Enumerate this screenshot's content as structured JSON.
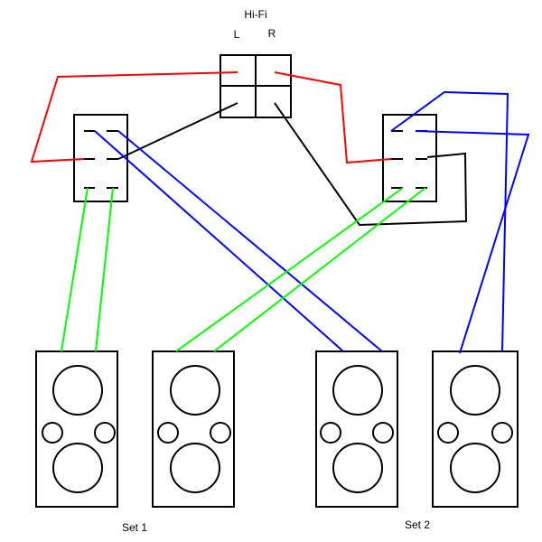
{
  "hifi": {
    "title": "Hi-Fi",
    "left_label": "L",
    "right_label": "R"
  },
  "sets": [
    {
      "label": "Set 1"
    },
    {
      "label": "Set 2"
    }
  ],
  "colors": {
    "red_wire": "#ff0000",
    "black_wire": "#000000",
    "blue_wire": "#0000ff",
    "green_wire": "#00ff00"
  }
}
